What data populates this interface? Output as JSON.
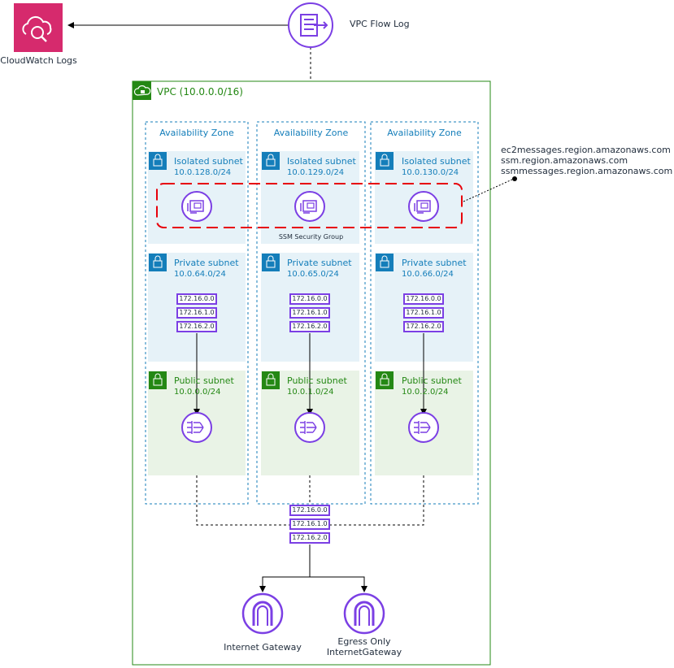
{
  "cloudwatch": {
    "label": "CloudWatch Logs",
    "icon": "cloudwatch-logs-icon"
  },
  "flowlog": {
    "label": "VPC Flow Log",
    "icon": "vpc-flow-log-icon"
  },
  "vpc": {
    "label": "VPC (10.0.0.0/16)",
    "icon": "vpc-cloud-lock-icon"
  },
  "az_label": "Availability Zone",
  "zones": [
    {
      "isolated": {
        "title": "Isolated subnet",
        "cidr": "10.0.128.0/24"
      },
      "private": {
        "title": "Private subnet",
        "cidr": "10.0.64.0/24"
      },
      "public": {
        "title": "Public subnet",
        "cidr": "10.0.0.0/24"
      }
    },
    {
      "isolated": {
        "title": "Isolated subnet",
        "cidr": "10.0.129.0/24"
      },
      "private": {
        "title": "Private subnet",
        "cidr": "10.0.65.0/24"
      },
      "public": {
        "title": "Public subnet",
        "cidr": "10.0.1.0/24"
      }
    },
    {
      "isolated": {
        "title": "Isolated subnet",
        "cidr": "10.0.130.0/24"
      },
      "private": {
        "title": "Private subnet",
        "cidr": "10.0.66.0/24"
      },
      "public": {
        "title": "Public subnet",
        "cidr": "10.0.2.0/24"
      }
    }
  ],
  "ssm_group": {
    "label": "SSM Security Group"
  },
  "endpoints": {
    "lines": [
      "ec2messages.region.amazonaws.com",
      "ssm.region.amazonaws.com",
      "ssmmessages.region.amazonaws.com"
    ]
  },
  "route_table": [
    "172.16.0.0",
    "172.16.1.0",
    "172.16.2.0"
  ],
  "igw": {
    "label": "Internet Gateway",
    "icon": "internet-gateway-icon"
  },
  "eigw": {
    "label_line1": "Egress Only",
    "label_line2": "InternetGateway",
    "icon": "egress-only-internet-gateway-icon"
  },
  "colors": {
    "blue": "#147eba",
    "green": "#248814",
    "purple": "#7b3fe4",
    "pink": "#c7157a",
    "red": "#e7000b",
    "private_fill": "#e6f2f8",
    "public_fill": "#e9f3e6",
    "dark_text": "#232f3e"
  }
}
